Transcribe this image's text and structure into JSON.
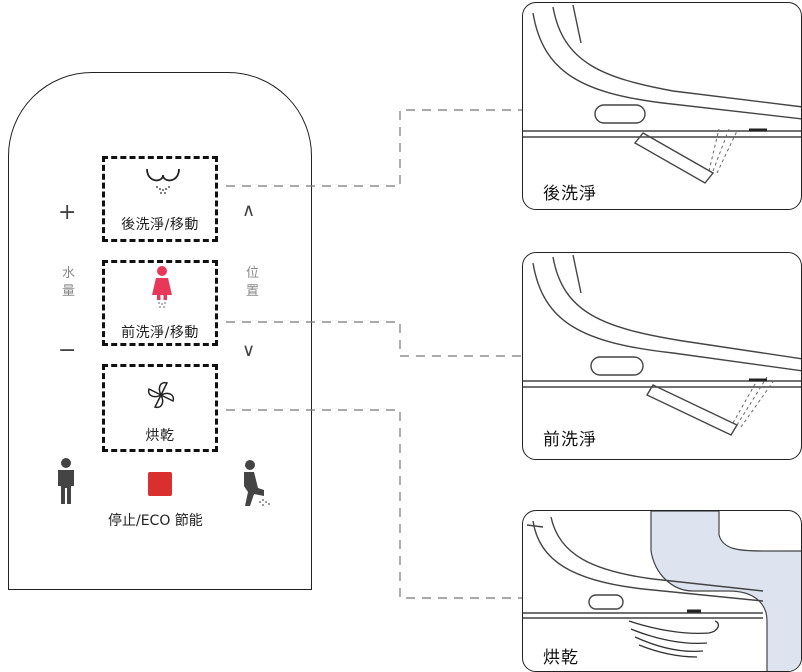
{
  "remote": {
    "buttons": [
      {
        "label": "後洗淨/移動",
        "icon": "rear-wash-icon",
        "color": "#222222"
      },
      {
        "label": "前洗淨/移動",
        "icon": "front-wash-icon",
        "color": "#e8385a"
      },
      {
        "label": "烘乾",
        "icon": "dryer-fan-icon",
        "color": "#222222"
      }
    ],
    "water_pressure": {
      "plus": "+",
      "label_top": "水",
      "label_bottom": "量",
      "minus": "−"
    },
    "position": {
      "up": "∧",
      "label_top": "位",
      "label_bottom": "置",
      "down": "∨"
    },
    "stop_eco_label": "停止/ECO 節能",
    "stop_color": "#d9302e"
  },
  "callouts": [
    {
      "label": "後洗淨"
    },
    {
      "label": "前洗淨"
    },
    {
      "label": "烘乾"
    }
  ],
  "colors": {
    "accent_pink": "#e8385a",
    "stop_red": "#d9302e",
    "seat_blue": "#dde4ef"
  }
}
